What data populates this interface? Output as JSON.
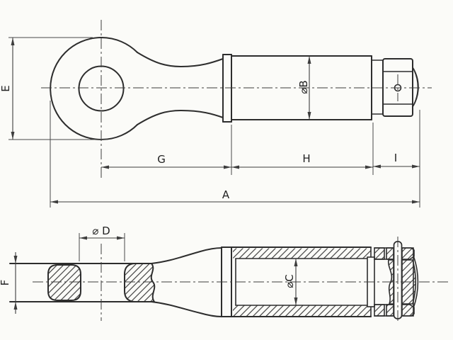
{
  "palette": {
    "background": "#fbfbf8",
    "line": "#2d2d2d",
    "dimension_line": "#3d3d3d",
    "hatch": "#3a3a3a"
  },
  "labels": {
    "E": "E",
    "dia_b": "⌀B",
    "G": "G",
    "H": "H",
    "I": "I",
    "A": "A",
    "dia_d": "⌀ D",
    "F": "F",
    "dia_c": "⌀C"
  }
}
